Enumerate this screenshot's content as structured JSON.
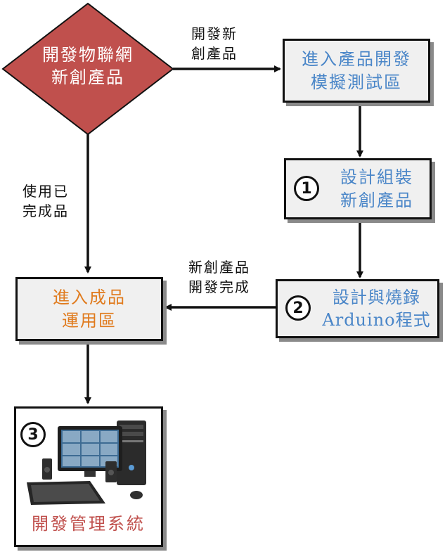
{
  "diamond": {
    "line1": "開發物聯網",
    "line2": "新創產品"
  },
  "boxes": {
    "sim": {
      "line1": "進入產品開發",
      "line2": "模擬測試區"
    },
    "design": {
      "number": "1",
      "line1": "設計組裝",
      "line2": "新創產品"
    },
    "arduino": {
      "number": "2",
      "line1": "設計與燒錄",
      "line2": "Arduino程式"
    },
    "use": {
      "line1": "進入成品",
      "line2": "運用區"
    },
    "mgmt": {
      "number": "3",
      "label": "開發管理系統"
    }
  },
  "edges": {
    "new_product": {
      "line1": "開發新",
      "line2": "創產品"
    },
    "use_finished": {
      "line1": "使用已",
      "line2": "完成品"
    },
    "product_done": {
      "line1": "新創產品",
      "line2": "開發完成"
    }
  },
  "colors": {
    "diamond_fill": "#c0504d",
    "blue_text": "#4a86c8",
    "orange_text": "#e07b1e",
    "red_text": "#c0504d"
  },
  "icons": {
    "computer": "desktop-computer-illustration"
  }
}
